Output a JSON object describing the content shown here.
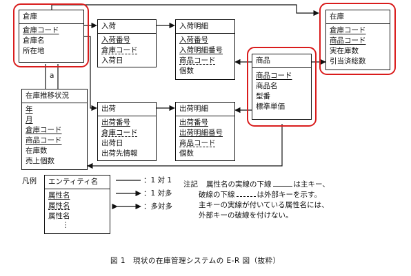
{
  "entities": {
    "soko": {
      "name": "倉庫",
      "attributes": [
        "倉庫コード",
        "倉庫名",
        "所在地"
      ]
    },
    "nyuka": {
      "name": "入荷",
      "attributes": [
        "入荷番号",
        "倉庫コード",
        "入荷日"
      ]
    },
    "nyuka_meisai": {
      "name": "入荷明細",
      "attributes": [
        "入荷番号",
        "入荷明細番号",
        "商品コード",
        "個数"
      ]
    },
    "zaiko": {
      "name": "在庫",
      "attributes": [
        "倉庫コード",
        "商品コード",
        "実在庫数",
        "引当済総数"
      ]
    },
    "shohin": {
      "name": "商品",
      "attributes": [
        "商品コード",
        "商品名",
        "型番",
        "標準単価"
      ]
    },
    "zaiko_suii": {
      "name": "在庫推移状況",
      "attributes": [
        "年",
        "月",
        "倉庫コード",
        "商品コード",
        "在庫数",
        "売上個数"
      ]
    },
    "shukka": {
      "name": "出荷",
      "attributes": [
        "出荷番号",
        "倉庫コード",
        "出荷日",
        "出荷先情報"
      ]
    },
    "shukka_meisai": {
      "name": "出荷明細",
      "attributes": [
        "出荷番号",
        "出荷明細番号",
        "商品コード",
        "個数"
      ]
    }
  },
  "relationship_label_a": "a",
  "legend": {
    "title": "凡例",
    "entity_name": "エンティティ名",
    "attributes": [
      "属性名",
      "属性名",
      "属性名",
      "⋮"
    ],
    "one_to_one": "：1 対 1",
    "one_to_many": "：1 対多",
    "many_to_many": "：多対多"
  },
  "note": {
    "label": "注記",
    "line1_a": "属性名の実線の下線",
    "line1_b": "は主キー、",
    "line2_a": "破線の下線",
    "line2_b": "は外部キーを示す。",
    "line3": "主キーの実線が付いている属性名には、",
    "line4": "外部キーの破線を付けない。"
  },
  "caption": "図 1　現状の在庫管理システムの E-R 図（抜粋）"
}
